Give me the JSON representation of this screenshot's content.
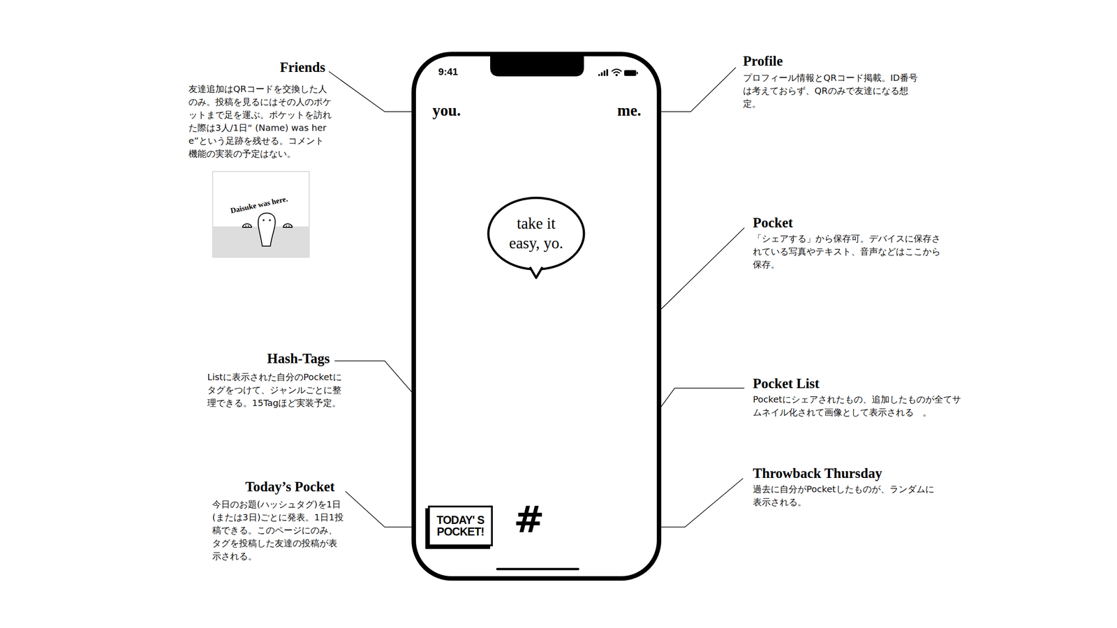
{
  "diagram": {
    "nodes": [
      {
        "text": [
          "9:41",
          "you.",
          "me."
        ]
      },
      {
        "text": [
          "take it easy, yo."
        ],
        "in": 0
      },
      {
        "text": [
          "TODAY' S POCKET!"
        ],
        "in": 0
      },
      {
        "text": [
          "Daisuke was here."
        ]
      }
    ],
    "labels": [
      "Friends",
      "友達追加はQRコードを交換した人のみ。投稿を見るにはその人のポケットまで足を運ぶ。ポケットを訪れた際は3人/1日“ (Name) was here”という足跡を残せる。コメント機能の実装の予定はない。",
      "Profile",
      "プロフィール情報とQRコード掲載。ID番号は考えておらず、QRのみで友達になる想定。",
      "Pocket",
      "「シェアする」から保存可。デバイスに保存されている写真やテキスト、音声などはここから保存。",
      "Hash-Tags",
      "Listに表示された自分のPocketにタグをつけて、ジャンルごとに整理できる。15Tagほど実装予定。",
      "Pocket List",
      "Pocketにシェアされたもの、追加したものが全てサムネイル化されて画像として表示される　。",
      "Today’s Pocket",
      "今日のお題(ハッシュタグ)を1日(または3日)ごとに発表。1日1投稿できる。このページにのみ、タグを投稿した友達の投稿が表示される。",
      "Throwback Thursday",
      "過去に自分がPocketしたものが、ランダムに表示される。",
      "#"
    ]
  }
}
